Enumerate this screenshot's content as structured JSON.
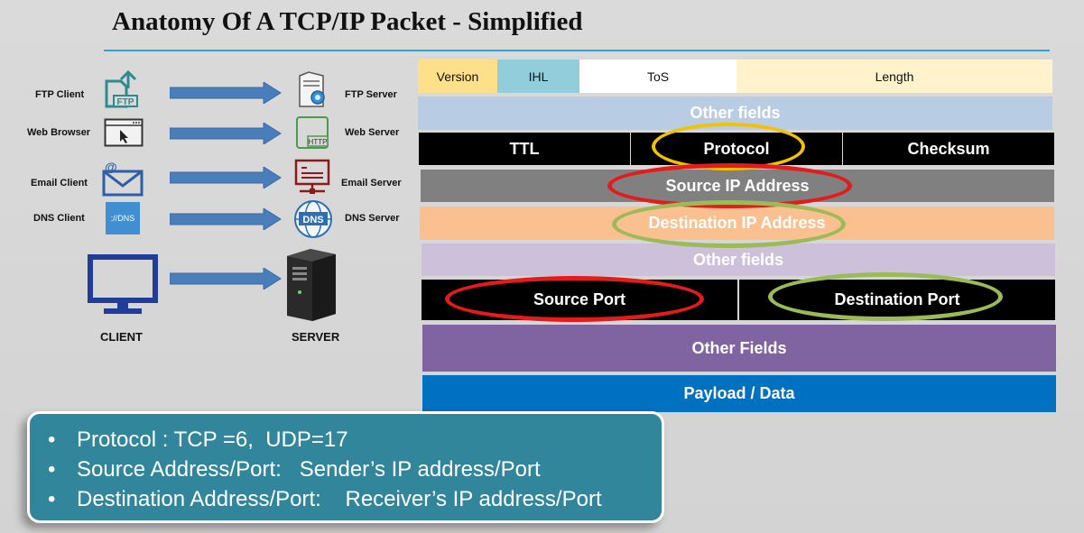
{
  "title": "Anatomy Of A TCP/IP Packet - Simplified",
  "left": {
    "rows": [
      {
        "client": "FTP Client",
        "server": "FTP Server",
        "client_icon": "ftp-icon",
        "server_icon": "ftp-server-icon",
        "client_icon_text": "FTP"
      },
      {
        "client": "Web Browser",
        "server": "Web Server",
        "client_icon": "browser-window-icon",
        "server_icon": "http-server-icon",
        "server_icon_text": "HTTP"
      },
      {
        "client": "Email Client",
        "server": "Email Server",
        "client_icon": "email-icon",
        "server_icon": "email-server-icon"
      },
      {
        "client": "DNS Client",
        "server": "DNS Server",
        "client_icon": "dns-client-icon",
        "server_icon": "dns-globe-icon",
        "client_icon_text": "://DNS",
        "server_icon_text": "DNS"
      }
    ],
    "client_label": "CLIENT",
    "server_label": "SERVER"
  },
  "packet": {
    "row1": {
      "version": "Version",
      "ihl": "IHL",
      "tos": "ToS",
      "length": "Length"
    },
    "other_fields_1": "Other fields",
    "ttl": "TTL",
    "protocol": "Protocol",
    "checksum": "Checksum",
    "source_ip": "Source IP Address",
    "destination_ip": "Destination IP Address",
    "other_fields_2": "Other fields",
    "source_port": "Source Port",
    "destination_port": "Destination Port",
    "other_fields_3": "Other Fields",
    "payload": "Payload / Data"
  },
  "callout": {
    "items": [
      "Protocol : TCP =6,  UDP=17",
      "Source Address/Port:   Sender’s IP address/Port",
      "Destination Address/Port:    Receiver’s IP address/Port"
    ]
  },
  "colors": {
    "arrow": "#4a7ebb",
    "icon_teal": "#2e8b8b",
    "icon_blue": "#2d5fa8",
    "highlight_yellow": "#f2c200",
    "highlight_red": "#e31b1b",
    "highlight_green": "#9bbb59",
    "callout_bg": "#31869b"
  }
}
